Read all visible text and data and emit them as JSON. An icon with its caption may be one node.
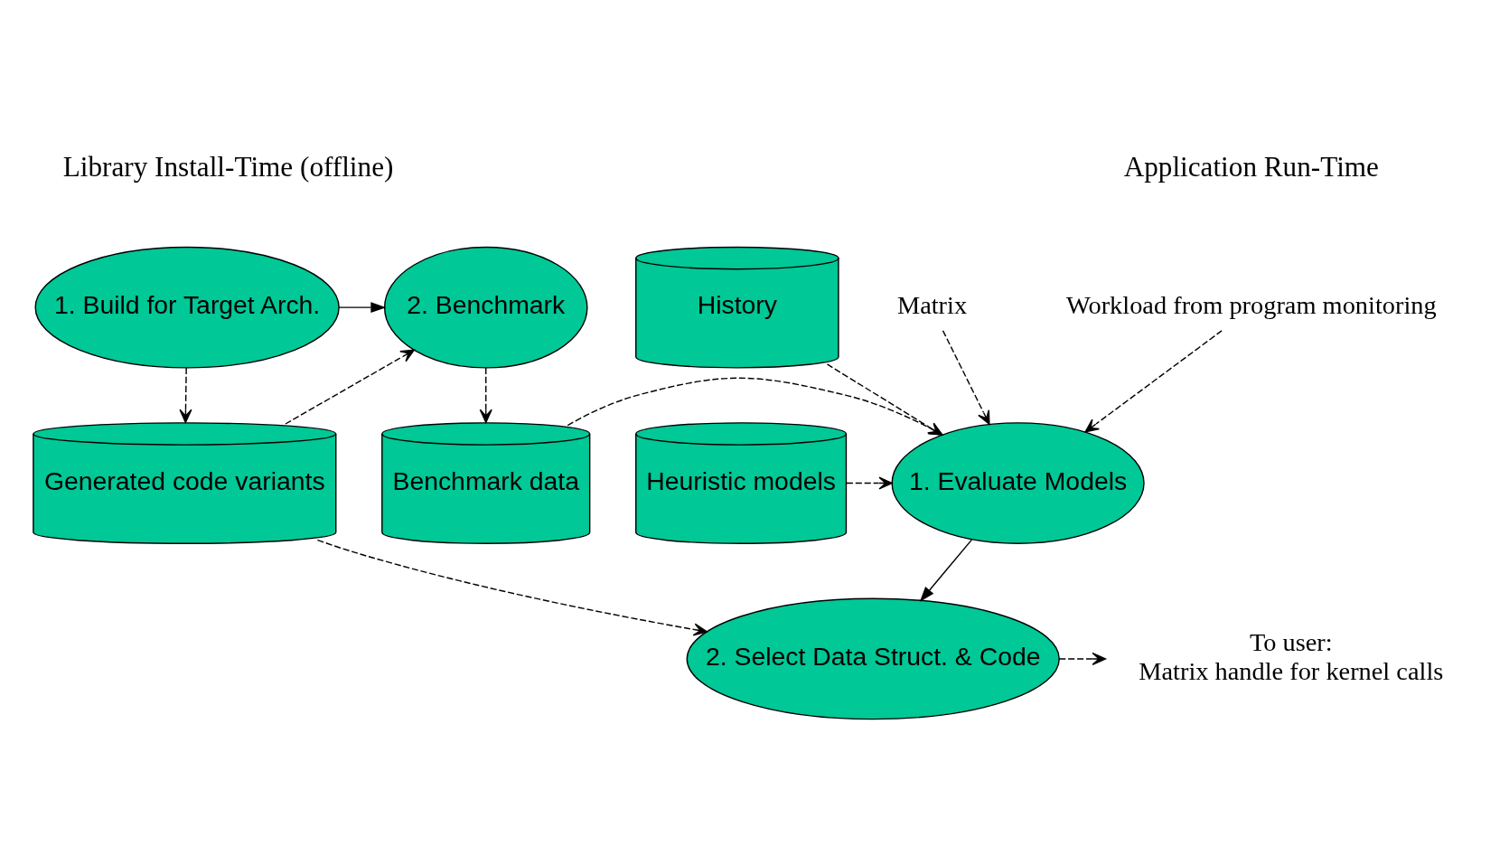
{
  "diagram": {
    "nodes": [
      {
        "text": [
          "1. Build for Target Arch."
        ]
      },
      {
        "text": [
          "2. Benchmark"
        ]
      },
      {
        "text": [
          "Generated code variants"
        ]
      },
      {
        "text": [
          "Benchmark data"
        ]
      },
      {
        "text": [
          "Matrix"
        ]
      },
      {
        "text": [
          "Workload from program monitoring"
        ]
      },
      {
        "text": [
          "History"
        ]
      },
      {
        "text": [
          "1. Evaluate Models"
        ]
      },
      {
        "text": [
          "Heuristic models"
        ]
      },
      {
        "text": [
          "2. Select Data Struct. & Code"
        ]
      },
      {
        "text": [
          "To user:",
          "Matrix handle for kernel calls"
        ]
      }
    ],
    "edges": [
      {
        "from": 0,
        "to": 1,
        "arrow": "to"
      },
      {
        "from": 0,
        "to": 2,
        "arrow": "to",
        "style": "dashed"
      },
      {
        "from": 2,
        "to": 1,
        "arrow": "to",
        "style": "dashed"
      },
      {
        "from": 1,
        "to": 3,
        "arrow": "to",
        "style": "dashed"
      },
      {
        "from": 3,
        "to": 7,
        "arrow": "to",
        "style": "dashed"
      },
      {
        "from": 4,
        "to": 7,
        "arrow": "to",
        "style": "dashed"
      },
      {
        "from": 5,
        "to": 7,
        "arrow": "to",
        "style": "dashed"
      },
      {
        "from": 6,
        "to": 7,
        "arrow": "to",
        "style": "dashed"
      },
      {
        "from": 8,
        "to": 7,
        "arrow": "to",
        "style": "dashed"
      },
      {
        "from": 7,
        "to": 9,
        "arrow": "to"
      },
      {
        "from": 2,
        "to": 9,
        "arrow": "to",
        "style": "dashed"
      },
      {
        "from": 9,
        "to": 10,
        "arrow": "to",
        "style": "dashed"
      }
    ],
    "labels": [
      "Library Install-Time (offline)",
      "Application Run-Time"
    ]
  }
}
